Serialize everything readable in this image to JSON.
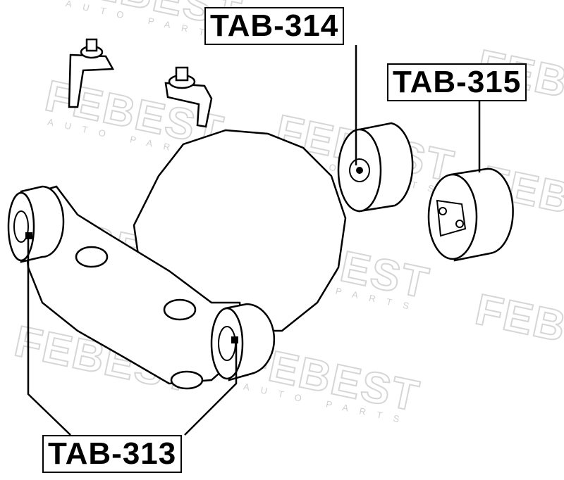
{
  "watermark": {
    "brand": "FEBEST",
    "tagline": "AUTO PARTS"
  },
  "labels": {
    "tab314": "TAB-314",
    "tab315": "TAB-315",
    "tab313": "TAB-313"
  }
}
